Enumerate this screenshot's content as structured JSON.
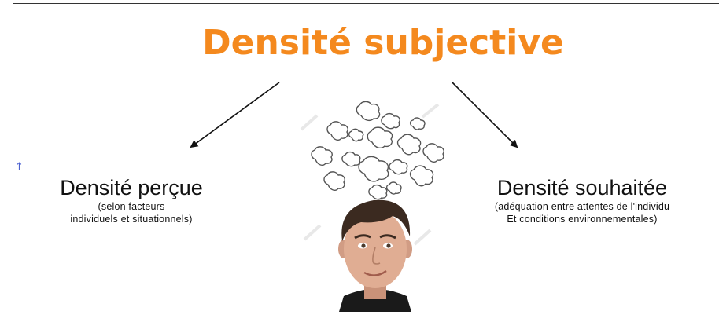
{
  "title": "Densité subjective",
  "left_node": {
    "heading": "Densité perçue",
    "sub_line1": "(selon facteurs",
    "sub_line2": "individuels et situationnels)"
  },
  "right_node": {
    "heading": "Densité souhaitée",
    "sub_line1": "(adéquation entre attentes de l'individu",
    "sub_line2": "Et conditions environnementales)"
  },
  "colors": {
    "title": "#f4891e",
    "text": "#111111",
    "arrow": "#111111"
  },
  "illustration": "thinking-person-with-thought-clouds"
}
